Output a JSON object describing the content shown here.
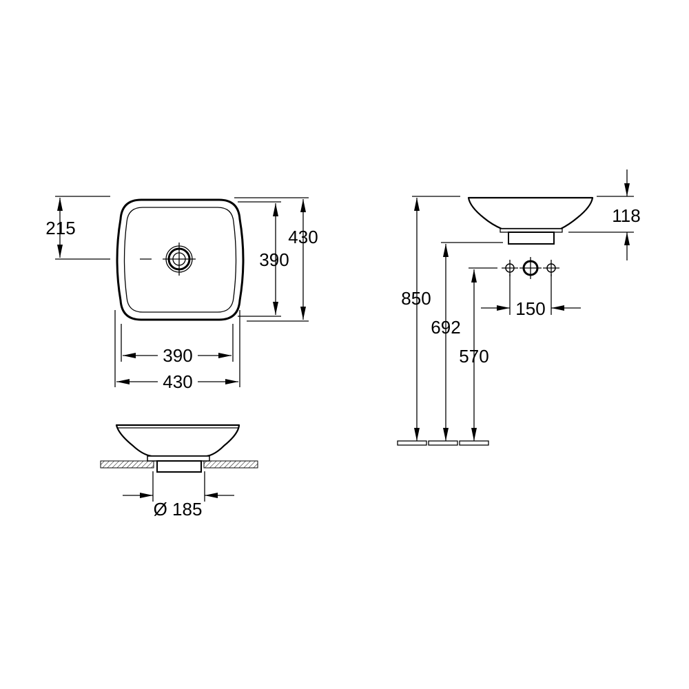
{
  "top_view": {
    "offset_to_drain": "215",
    "inner_depth": "390",
    "outer_depth": "430",
    "inner_width": "390",
    "outer_width": "430"
  },
  "section_view": {
    "waste_diameter": "Ø 185"
  },
  "side_view": {
    "basin_height": "118",
    "top_edge_height": "850",
    "outlet_height": "692",
    "tap_connection_height": "570",
    "tap_spacing": "150"
  }
}
